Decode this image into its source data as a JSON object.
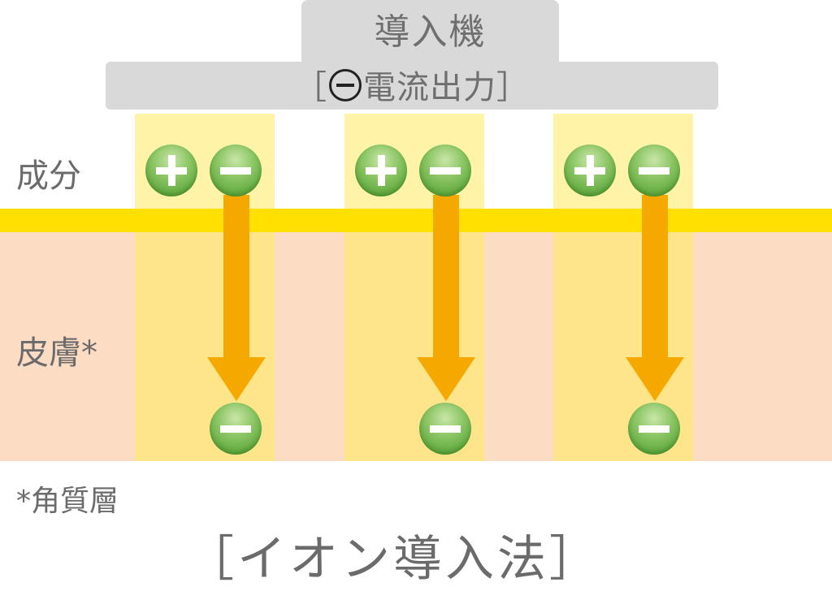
{
  "device": {
    "title": "導入機",
    "subtitle_open": "［",
    "subtitle_text": "電流出力］",
    "output_icon": "minus-circle-icon",
    "color": "#d9d9d9"
  },
  "labels": {
    "ingredient": "成分",
    "skin": "皮膚*"
  },
  "columns": [
    {
      "positive_ion": "+",
      "negative_ion": "−",
      "delivered_ion": "−"
    },
    {
      "positive_ion": "+",
      "negative_ion": "−",
      "delivered_ion": "−"
    },
    {
      "positive_ion": "+",
      "negative_ion": "−",
      "delivered_ion": "−"
    }
  ],
  "footnote": "*角質層",
  "title": "［イオン導入法］",
  "colors": {
    "skin": "#fddcc4",
    "column": "#fff3a8",
    "column_in_skin": "#ffe58a",
    "surface_band": "#ffe000",
    "arrow": "#f5a800",
    "ion": "#6db046",
    "text": "#6b6b6b"
  }
}
